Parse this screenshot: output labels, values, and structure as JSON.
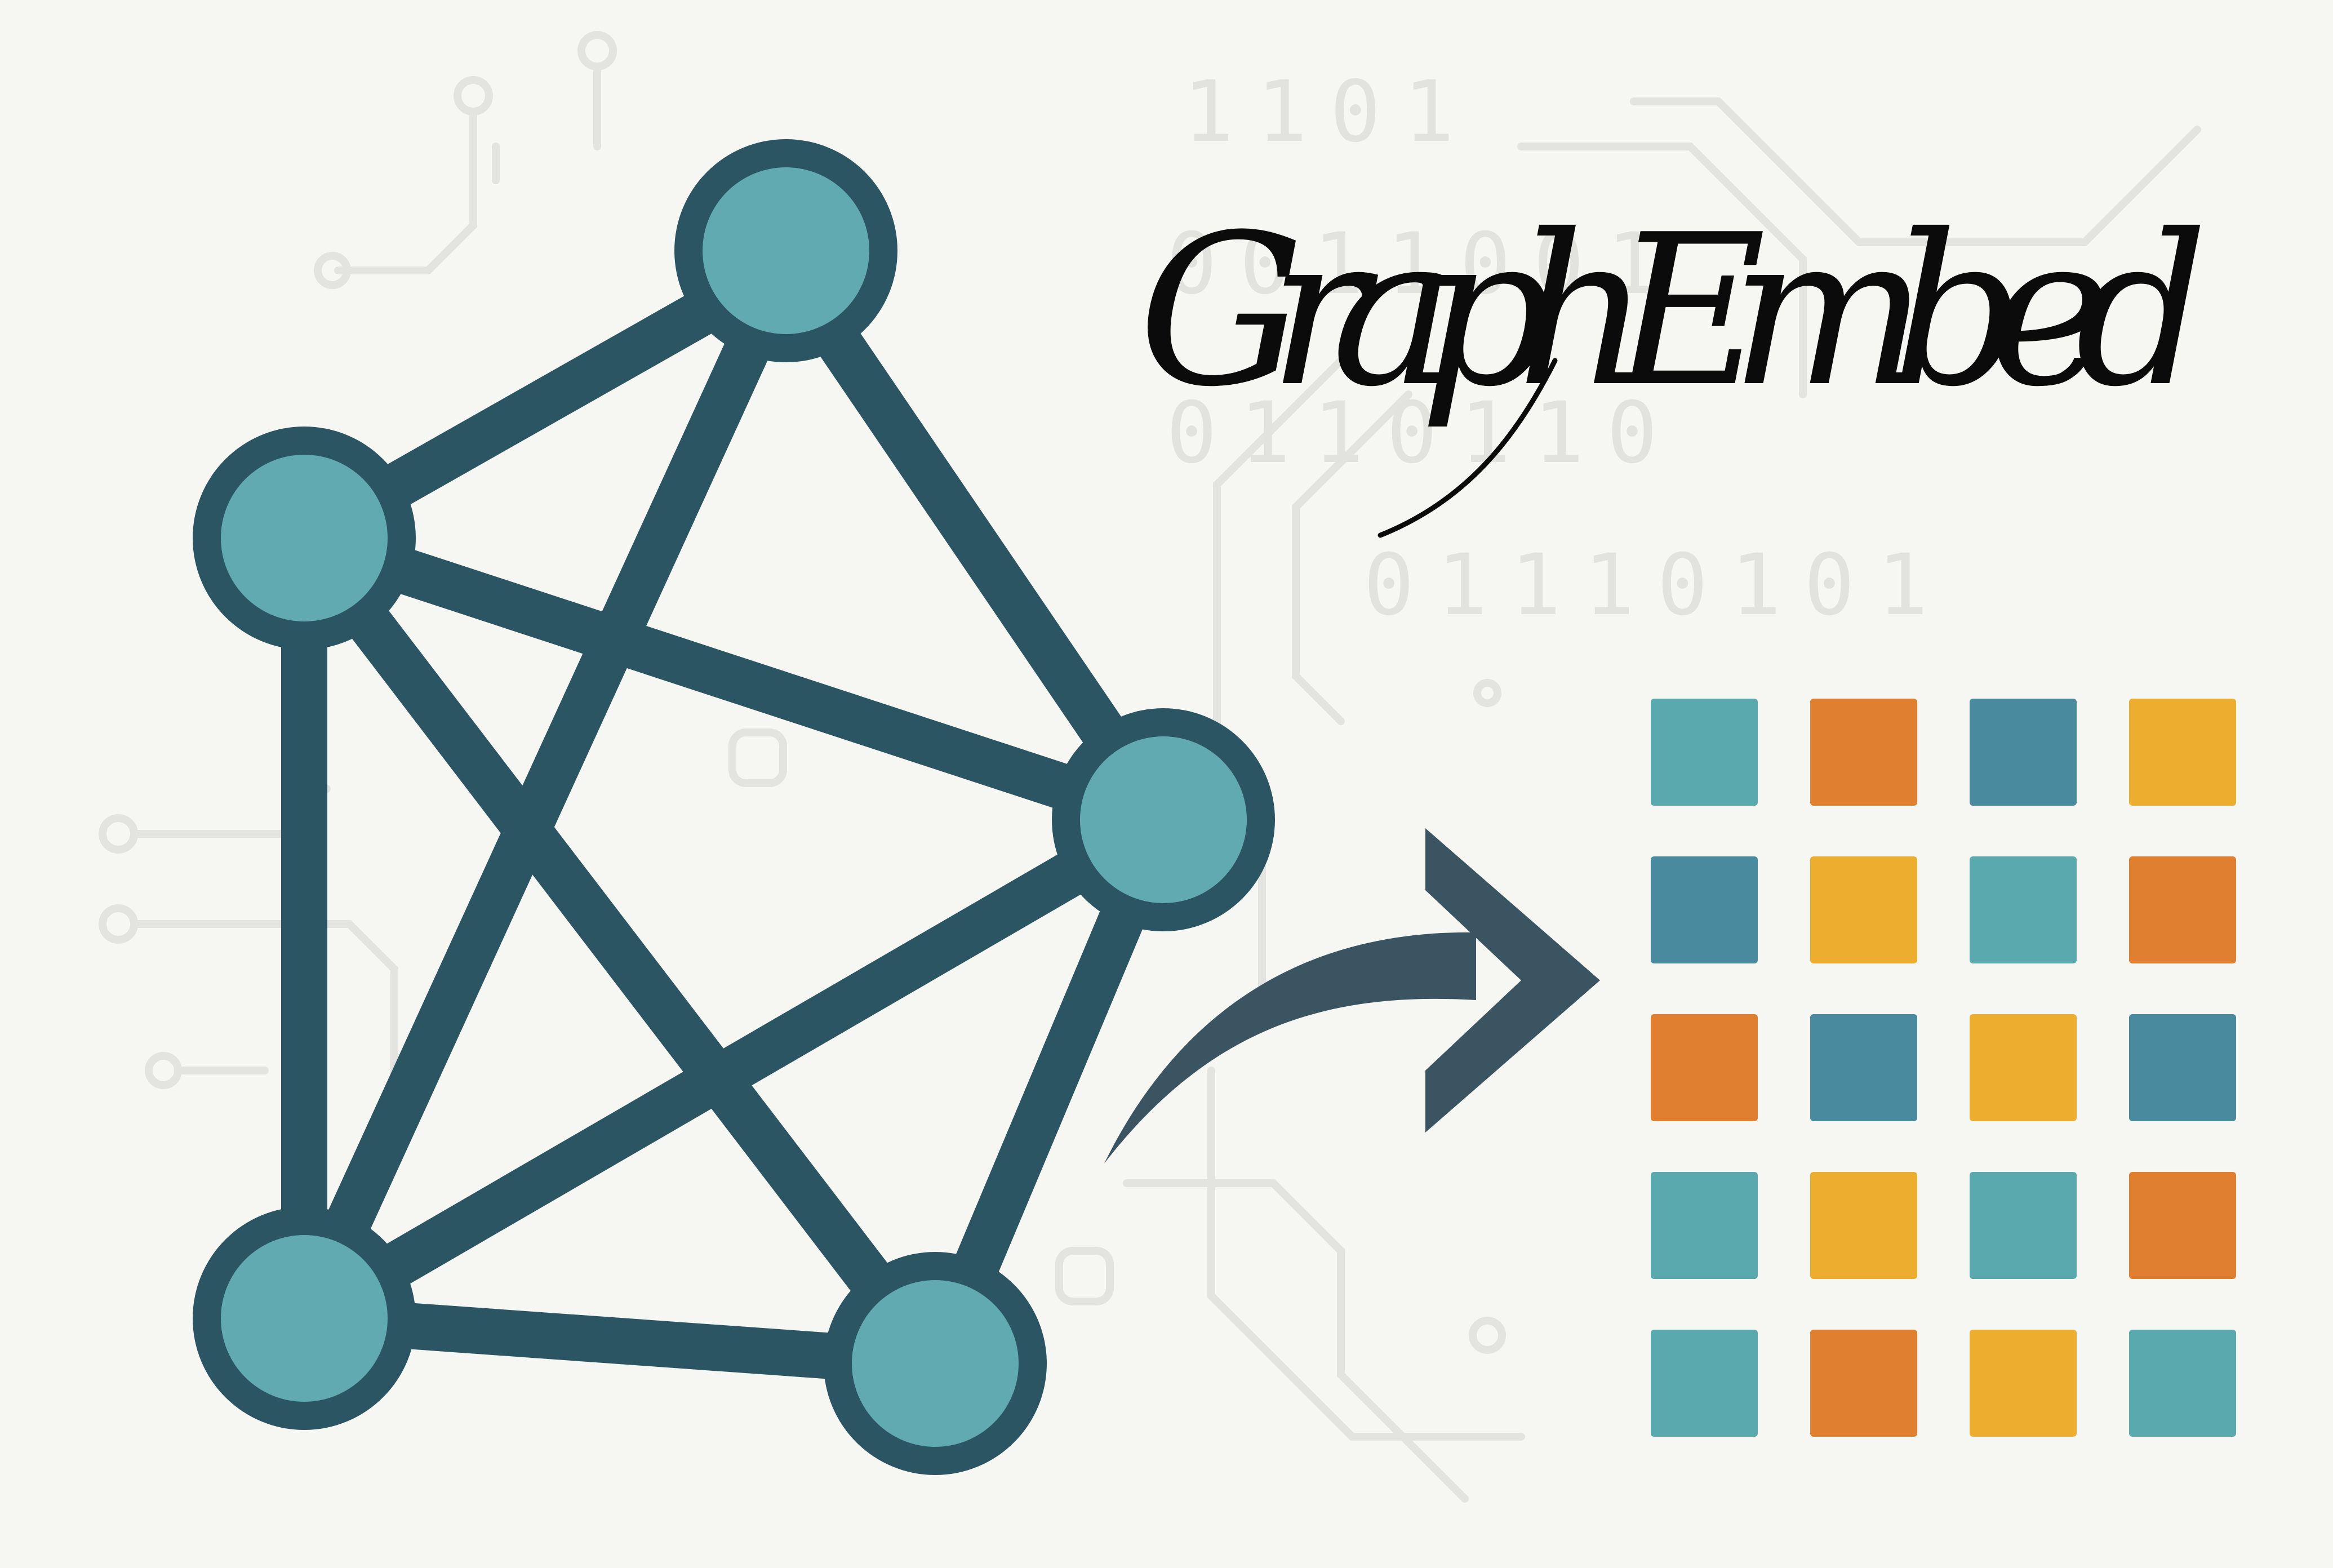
{
  "title": "GraphEmbed",
  "background_binary": [
    "1101",
    "0011001",
    "0110110",
    "01110101"
  ],
  "colors": {
    "background": "#f6f6f2",
    "graph_dark": "#2c5564",
    "graph_node_fill": "#62aab1",
    "arrow": "#3a5561",
    "teal": "#5aa9ae",
    "steel_blue": "#4a8a9f",
    "orange": "#e07f2f",
    "amber": "#edae30"
  },
  "graph": {
    "nodes": [
      "node-top",
      "node-left",
      "node-right",
      "node-bottom-left",
      "node-bottom-right"
    ],
    "edges": [
      [
        "node-left",
        "node-top"
      ],
      [
        "node-top",
        "node-right"
      ],
      [
        "node-top",
        "node-bottom-left"
      ],
      [
        "node-left",
        "node-right"
      ],
      [
        "node-left",
        "node-bottom-left"
      ],
      [
        "node-left",
        "node-bottom-right"
      ],
      [
        "node-right",
        "node-bottom-left"
      ],
      [
        "node-right",
        "node-bottom-right"
      ],
      [
        "node-bottom-left",
        "node-bottom-right"
      ]
    ]
  },
  "arrow_icon": "curved-arrow-right",
  "embedding_grid": [
    [
      "teal",
      "orange",
      "steel_blue",
      "amber"
    ],
    [
      "steel_blue",
      "amber",
      "teal",
      "orange"
    ],
    [
      "orange",
      "steel_blue",
      "amber",
      "steel_blue"
    ],
    [
      "teal",
      "amber",
      "teal",
      "orange"
    ],
    [
      "teal",
      "orange",
      "amber",
      "teal"
    ]
  ]
}
